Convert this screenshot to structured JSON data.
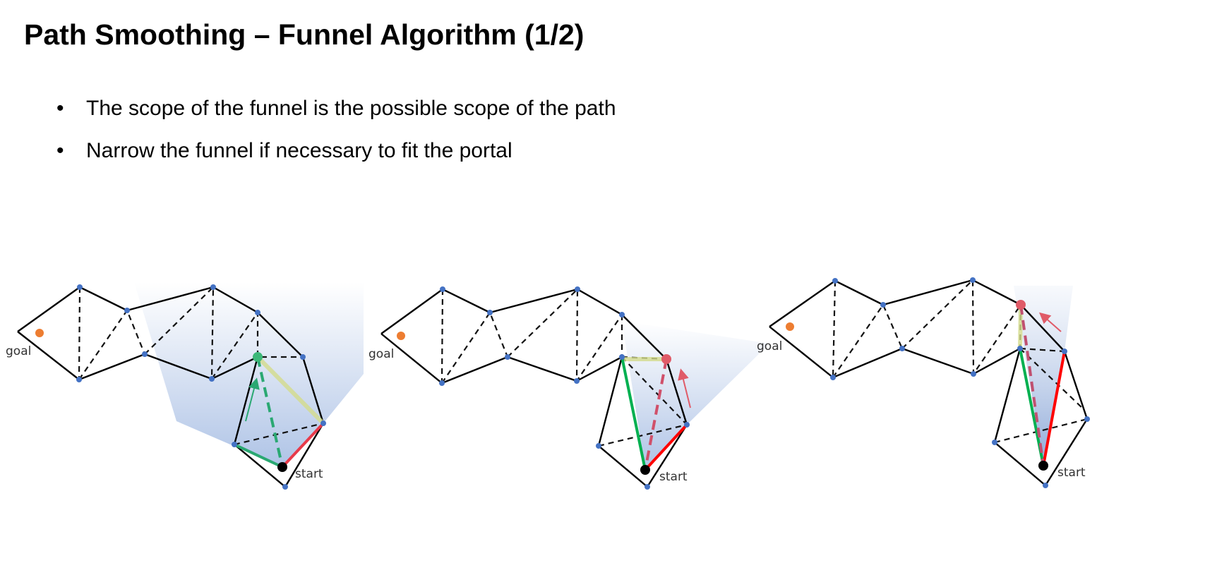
{
  "slide": {
    "title": "Path Smoothing – Funnel Algorithm (1/2)",
    "bullets": [
      "The scope of the funnel is the possible scope of the path",
      "Narrow the funnel if necessary to fit the portal"
    ]
  },
  "diagrams": [
    {
      "goal_label": "goal",
      "start_label": "start"
    },
    {
      "goal_label": "goal",
      "start_label": "start"
    },
    {
      "goal_label": "goal",
      "start_label": "start"
    }
  ],
  "colors": {
    "goal": "#ed7d31",
    "vertex": "#4472c4",
    "left_edge": "#00b050",
    "right_edge": "#ff0000",
    "apex_green": "#3cb878",
    "apex_red": "#e05b68",
    "funnel_fill": "#b4c7e7"
  }
}
